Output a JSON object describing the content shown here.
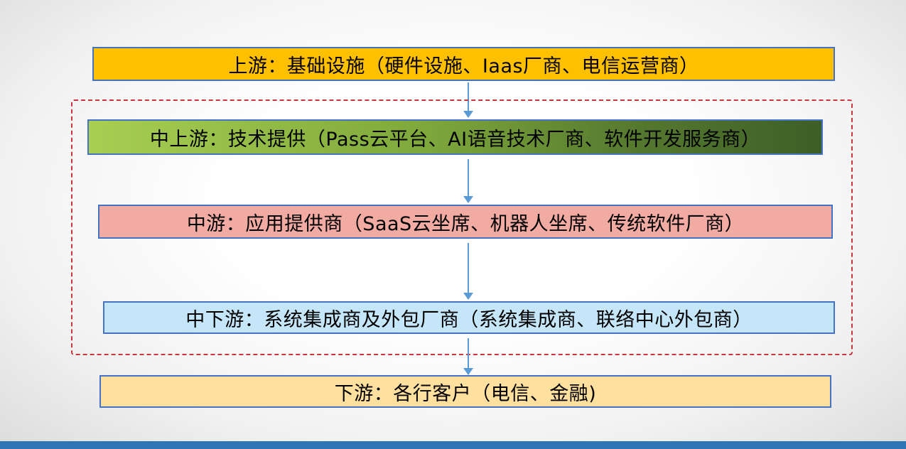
{
  "diagram": {
    "nodes": {
      "upstream": {
        "label": "上游：基础设施（硬件设施、Iaas厂商、电信运营商）",
        "bg": "#FFC000"
      },
      "mid_upstream": {
        "label": "中上游：技术提供（Pass云平台、AI语音技术厂商、软件开发服务商）",
        "bg": "linear-gradient(90deg,#A8CE52 0%,#7FA93C 45%,#55782F 75%,#3D5F27 100%)"
      },
      "midstream": {
        "label": "中游：应用提供商（SaaS云坐席、机器人坐席、传统软件厂商）",
        "bg": "#F2ABA2"
      },
      "mid_downstream": {
        "label": "中下游：系统集成商及外包厂商（系统集成商、联络中心外包商）",
        "bg": "#C5E5F8"
      },
      "downstream": {
        "label": "下游：各行客户（电信、金融)",
        "bg": "#FFE09E"
      }
    },
    "colors": {
      "node_border": "#4472C4",
      "arrow": "#5B9BD5",
      "dashed_border": "#C9353C",
      "footer_bar": "#2E75B6"
    }
  }
}
